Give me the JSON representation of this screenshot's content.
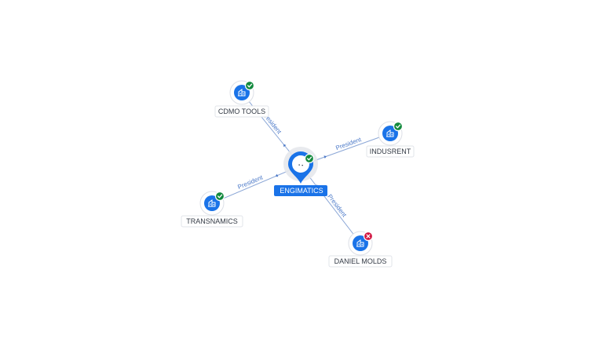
{
  "center": {
    "label": "ENGIMATICS",
    "status": "active",
    "icon": "building-icon"
  },
  "nodes": [
    {
      "id": "cdmo",
      "label": "CDMO TOOLS",
      "relation": "President",
      "status": "active",
      "icon": "building-icon"
    },
    {
      "id": "indusrent",
      "label": "INDUSRENT",
      "relation": "President",
      "status": "active",
      "icon": "building-icon"
    },
    {
      "id": "transnamics",
      "label": "TRANSNAMICS",
      "relation": "President",
      "status": "active",
      "icon": "building-icon"
    },
    {
      "id": "daniel",
      "label": "DANIEL MOLDS",
      "relation": "President",
      "status": "inactive",
      "icon": "building-icon"
    }
  ],
  "colors": {
    "primary": "#1a73e8",
    "active": "#138a3e",
    "inactive": "#d1143f",
    "edge": "#8aa6d6",
    "edge_label": "#4a78c8"
  }
}
